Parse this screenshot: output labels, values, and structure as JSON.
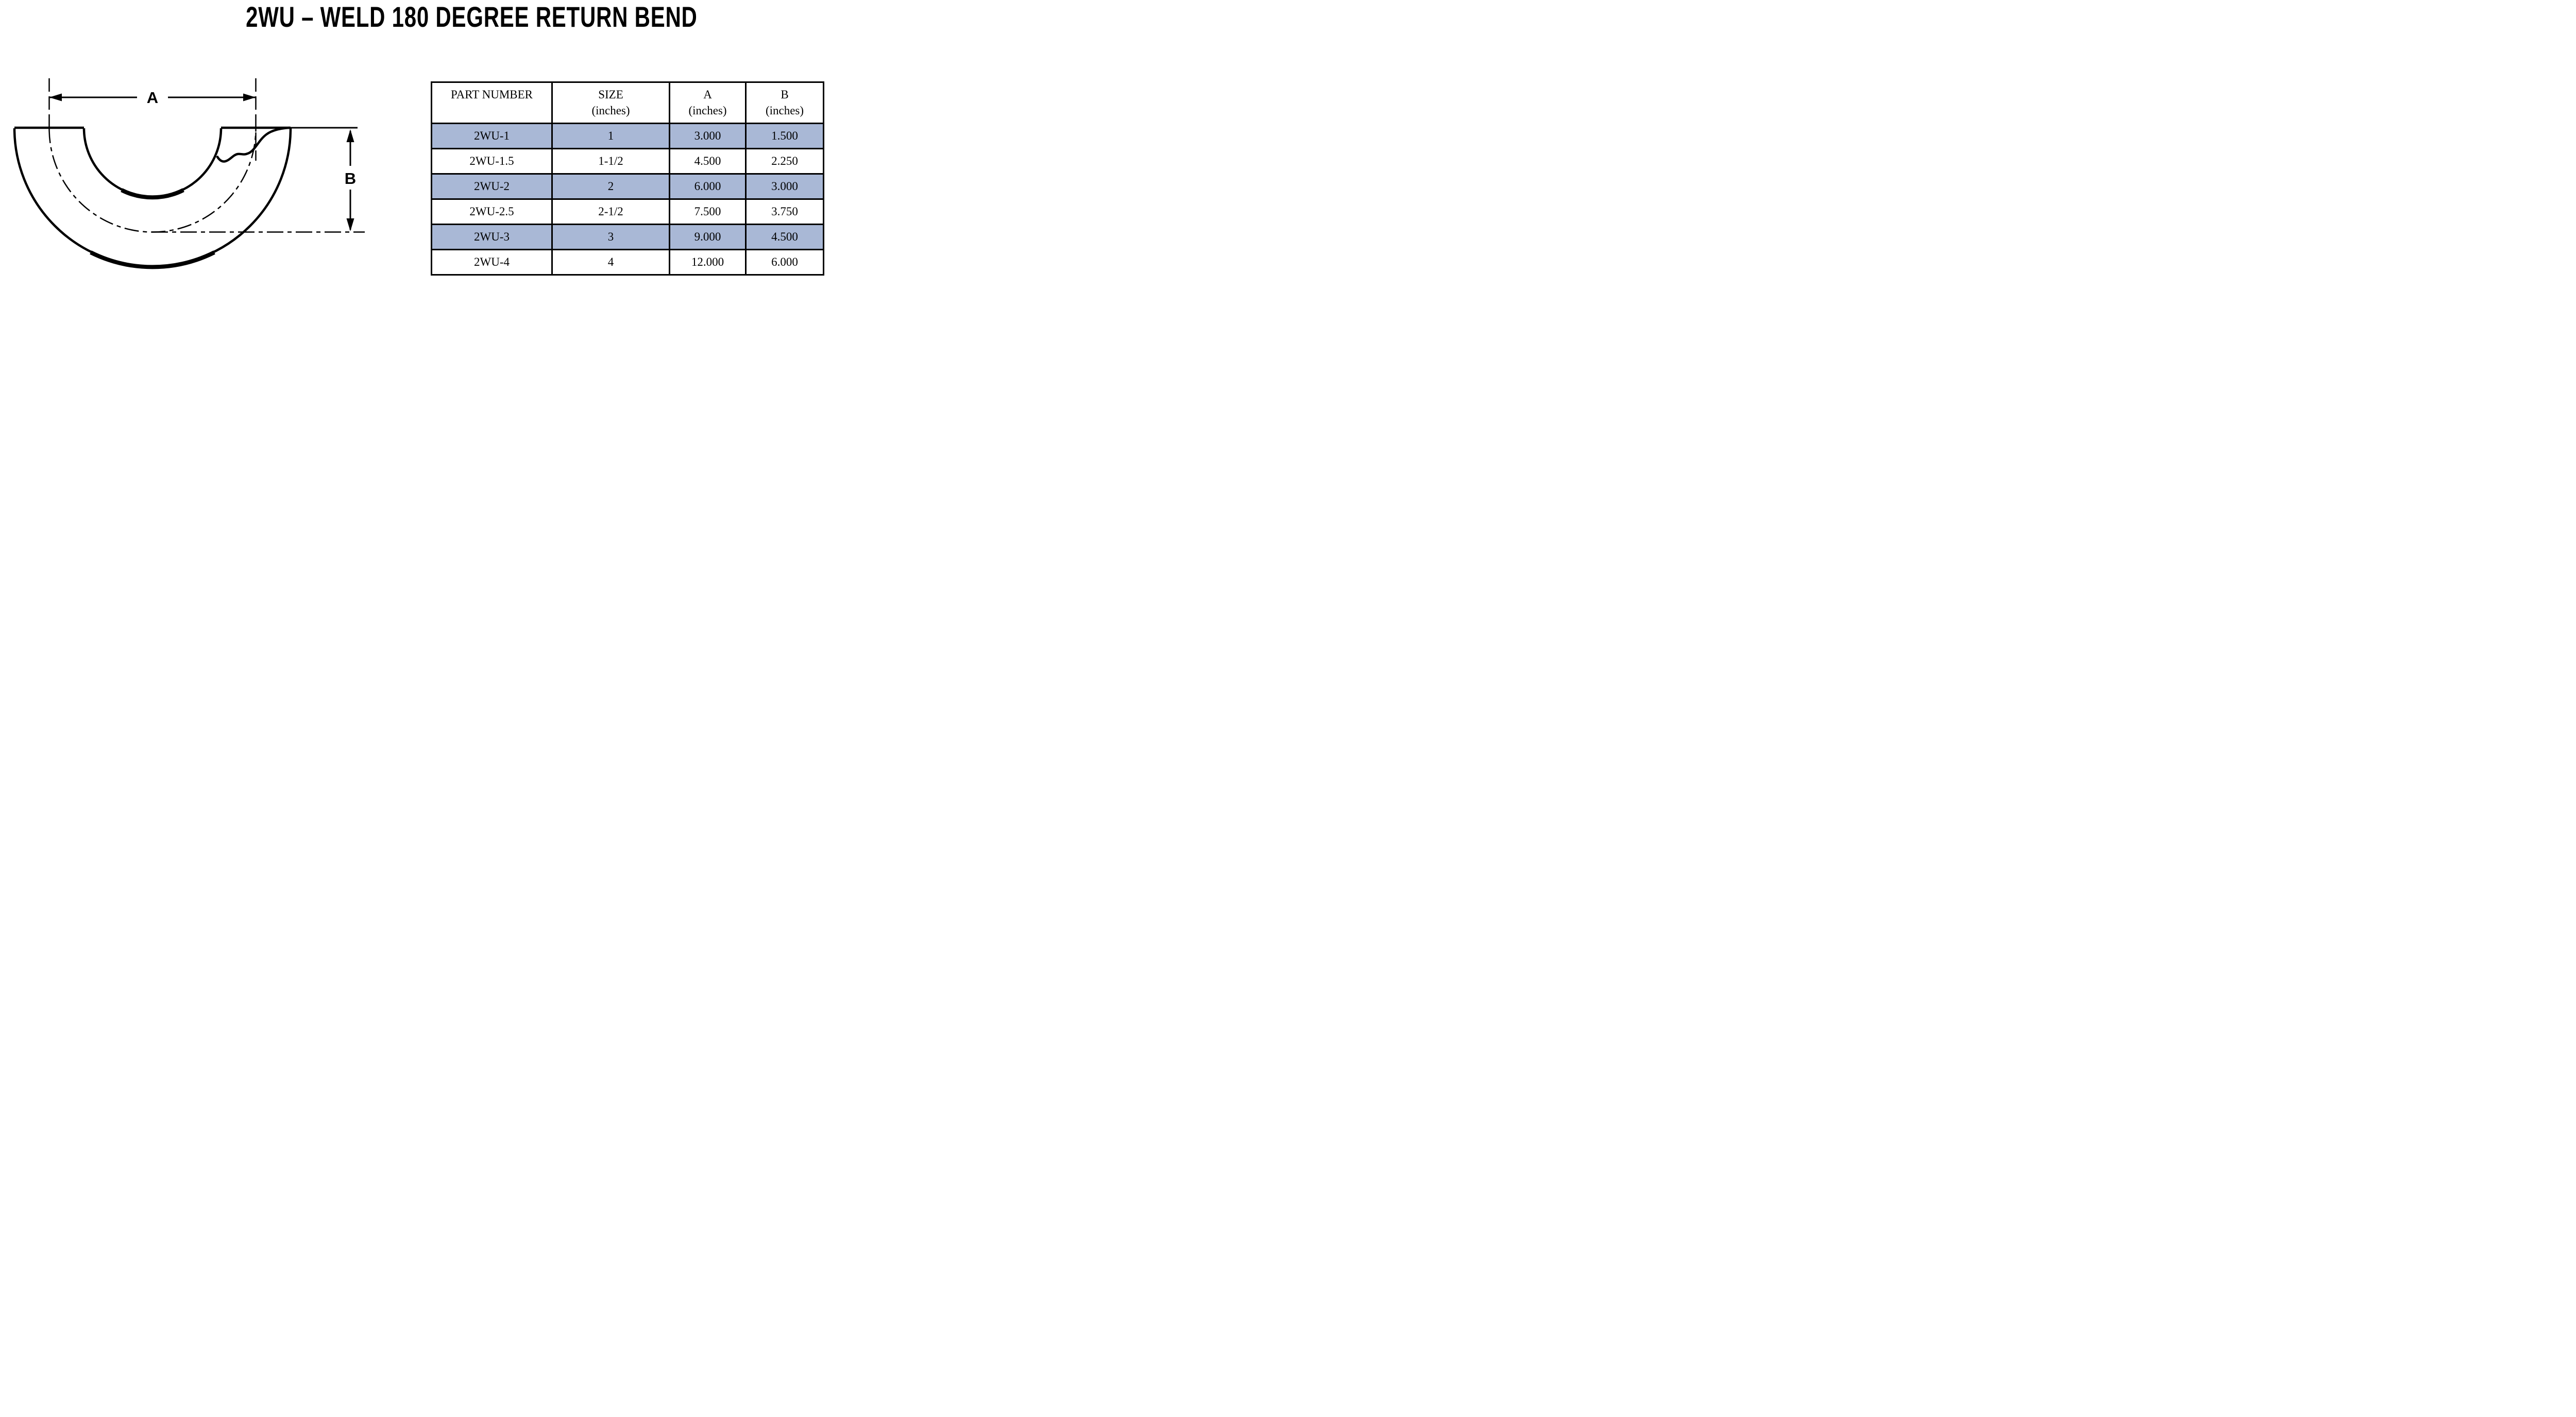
{
  "title": "2WU – WELD 180 DEGREE RETURN BEND",
  "diagram": {
    "dim_a": "A",
    "dim_b": "B"
  },
  "table": {
    "headers": [
      {
        "line1": "PART NUMBER",
        "line2": ""
      },
      {
        "line1": "SIZE",
        "line2": "(inches)"
      },
      {
        "line1": "A",
        "line2": "(inches)"
      },
      {
        "line1": "B",
        "line2": "(inches)"
      }
    ],
    "rows": [
      {
        "part": "2WU-1",
        "size": "1",
        "a": "3.000",
        "b": "1.500"
      },
      {
        "part": "2WU-1.5",
        "size": "1-1/2",
        "a": "4.500",
        "b": "2.250"
      },
      {
        "part": "2WU-2",
        "size": "2",
        "a": "6.000",
        "b": "3.000"
      },
      {
        "part": "2WU-2.5",
        "size": "2-1/2",
        "a": "7.500",
        "b": "3.750"
      },
      {
        "part": "2WU-3",
        "size": "3",
        "a": "9.000",
        "b": "4.500"
      },
      {
        "part": "2WU-4",
        "size": "4",
        "a": "12.000",
        "b": "6.000"
      }
    ]
  },
  "colors": {
    "row_highlight": "#a9b8d6",
    "border": "#000000",
    "background": "#ffffff",
    "text": "#000000"
  }
}
